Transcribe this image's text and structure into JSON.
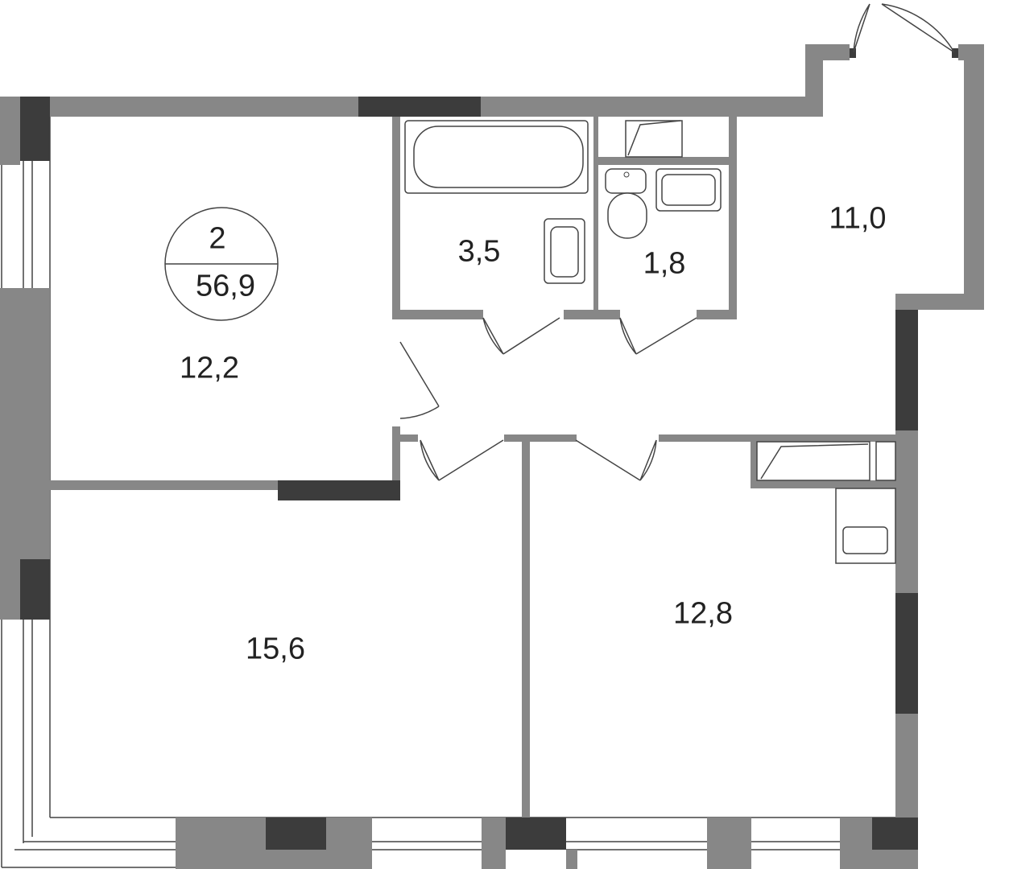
{
  "apartment": {
    "rooms_count": "2",
    "total_area": "56,9"
  },
  "rooms": [
    {
      "name": "room-bedroom-top-left",
      "area": "12,2"
    },
    {
      "name": "room-bathroom",
      "area": "3,5"
    },
    {
      "name": "room-wc",
      "area": "1,8"
    },
    {
      "name": "room-hall",
      "area": "11,0"
    },
    {
      "name": "room-living-bottom-left",
      "area": "15,6"
    },
    {
      "name": "room-kitchen",
      "area": "12,8"
    }
  ],
  "colors": {
    "wall": "#878787",
    "bearing_wall": "#3c3c3c",
    "line": "#444444"
  }
}
